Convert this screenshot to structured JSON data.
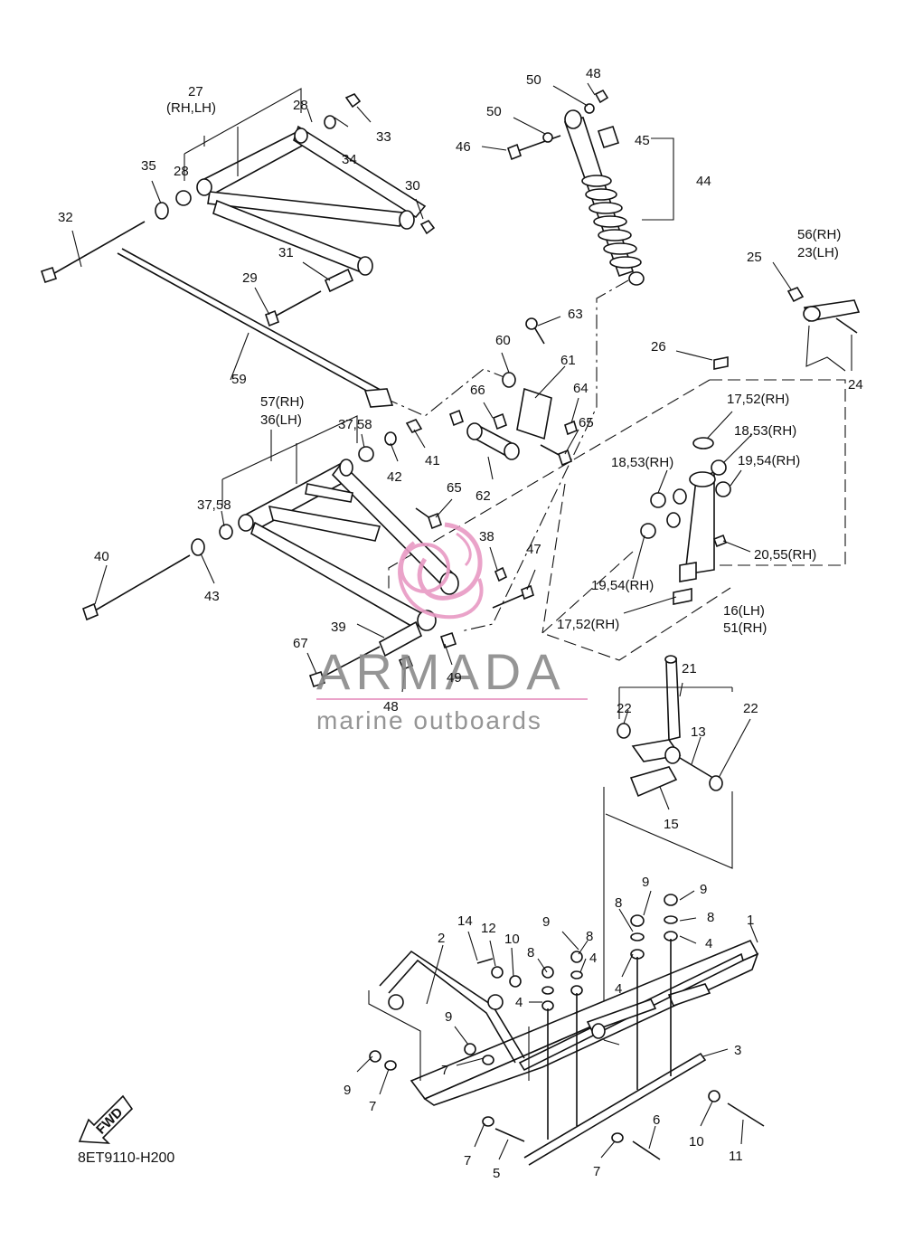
{
  "diagram": {
    "code": "8ET9110-H200",
    "fwd_label": "FWD",
    "callouts": [
      {
        "id": "c1",
        "text": "1"
      },
      {
        "id": "c2",
        "text": "2"
      },
      {
        "id": "c3",
        "text": "3"
      },
      {
        "id": "c4a",
        "text": "4"
      },
      {
        "id": "c4b",
        "text": "4"
      },
      {
        "id": "c4c",
        "text": "4"
      },
      {
        "id": "c4d",
        "text": "4"
      },
      {
        "id": "c5",
        "text": "5"
      },
      {
        "id": "c6",
        "text": "6"
      },
      {
        "id": "c7a",
        "text": "7"
      },
      {
        "id": "c7b",
        "text": "7"
      },
      {
        "id": "c7c",
        "text": "7"
      },
      {
        "id": "c7d",
        "text": "7"
      },
      {
        "id": "c8a",
        "text": "8"
      },
      {
        "id": "c8b",
        "text": "8"
      },
      {
        "id": "c8c",
        "text": "8"
      },
      {
        "id": "c8d",
        "text": "8"
      },
      {
        "id": "c9a",
        "text": "9"
      },
      {
        "id": "c9b",
        "text": "9"
      },
      {
        "id": "c9c",
        "text": "9"
      },
      {
        "id": "c9d",
        "text": "9"
      },
      {
        "id": "c9e",
        "text": "9"
      },
      {
        "id": "c10a",
        "text": "10"
      },
      {
        "id": "c10b",
        "text": "10"
      },
      {
        "id": "c11",
        "text": "11"
      },
      {
        "id": "c12",
        "text": "12"
      },
      {
        "id": "c13",
        "text": "13"
      },
      {
        "id": "c14",
        "text": "14"
      },
      {
        "id": "c15",
        "text": "15"
      },
      {
        "id": "c16",
        "text": "16(LH)"
      },
      {
        "id": "c51",
        "text": "51(RH)"
      },
      {
        "id": "c17a",
        "text": "17,52(RH)"
      },
      {
        "id": "c17b",
        "text": "17,52(RH)"
      },
      {
        "id": "c18a",
        "text": "18,53(RH)"
      },
      {
        "id": "c18b",
        "text": "18,53(RH)"
      },
      {
        "id": "c19a",
        "text": "19,54(RH)"
      },
      {
        "id": "c19b",
        "text": "19,54(RH)"
      },
      {
        "id": "c20",
        "text": "20,55(RH)"
      },
      {
        "id": "c21",
        "text": "21"
      },
      {
        "id": "c22a",
        "text": "22"
      },
      {
        "id": "c22b",
        "text": "22"
      },
      {
        "id": "c56",
        "text": "56(RH)"
      },
      {
        "id": "c23",
        "text": "23(LH)"
      },
      {
        "id": "c24",
        "text": "24"
      },
      {
        "id": "c25",
        "text": "25"
      },
      {
        "id": "c26",
        "text": "26"
      },
      {
        "id": "c27",
        "text": "27"
      },
      {
        "id": "c27s",
        "text": "(RH,LH)"
      },
      {
        "id": "c28a",
        "text": "28"
      },
      {
        "id": "c28b",
        "text": "28"
      },
      {
        "id": "c29",
        "text": "29"
      },
      {
        "id": "c30",
        "text": "30"
      },
      {
        "id": "c31",
        "text": "31"
      },
      {
        "id": "c32",
        "text": "32"
      },
      {
        "id": "c33",
        "text": "33"
      },
      {
        "id": "c34",
        "text": "34"
      },
      {
        "id": "c35",
        "text": "35"
      },
      {
        "id": "c57",
        "text": "57(RH)"
      },
      {
        "id": "c36",
        "text": "36(LH)"
      },
      {
        "id": "c3758a",
        "text": "37,58"
      },
      {
        "id": "c3758b",
        "text": "37,58"
      },
      {
        "id": "c38",
        "text": "38"
      },
      {
        "id": "c39",
        "text": "39"
      },
      {
        "id": "c40",
        "text": "40"
      },
      {
        "id": "c41",
        "text": "41"
      },
      {
        "id": "c42",
        "text": "42"
      },
      {
        "id": "c43",
        "text": "43"
      },
      {
        "id": "c44",
        "text": "44"
      },
      {
        "id": "c45",
        "text": "45"
      },
      {
        "id": "c46",
        "text": "46"
      },
      {
        "id": "c47",
        "text": "47"
      },
      {
        "id": "c48a",
        "text": "48"
      },
      {
        "id": "c48b",
        "text": "48"
      },
      {
        "id": "c49",
        "text": "49"
      },
      {
        "id": "c50a",
        "text": "50"
      },
      {
        "id": "c50b",
        "text": "50"
      },
      {
        "id": "c59",
        "text": "59"
      },
      {
        "id": "c60",
        "text": "60"
      },
      {
        "id": "c61",
        "text": "61"
      },
      {
        "id": "c62",
        "text": "62"
      },
      {
        "id": "c63",
        "text": "63"
      },
      {
        "id": "c64",
        "text": "64"
      },
      {
        "id": "c65a",
        "text": "65"
      },
      {
        "id": "c65b",
        "text": "65"
      },
      {
        "id": "c66",
        "text": "66"
      },
      {
        "id": "c67",
        "text": "67"
      }
    ]
  },
  "watermark": {
    "brand": "ARMADA",
    "tagline": "marine outboards",
    "logo_color": "#e89ac4",
    "text_color": "#8a8a8a"
  }
}
